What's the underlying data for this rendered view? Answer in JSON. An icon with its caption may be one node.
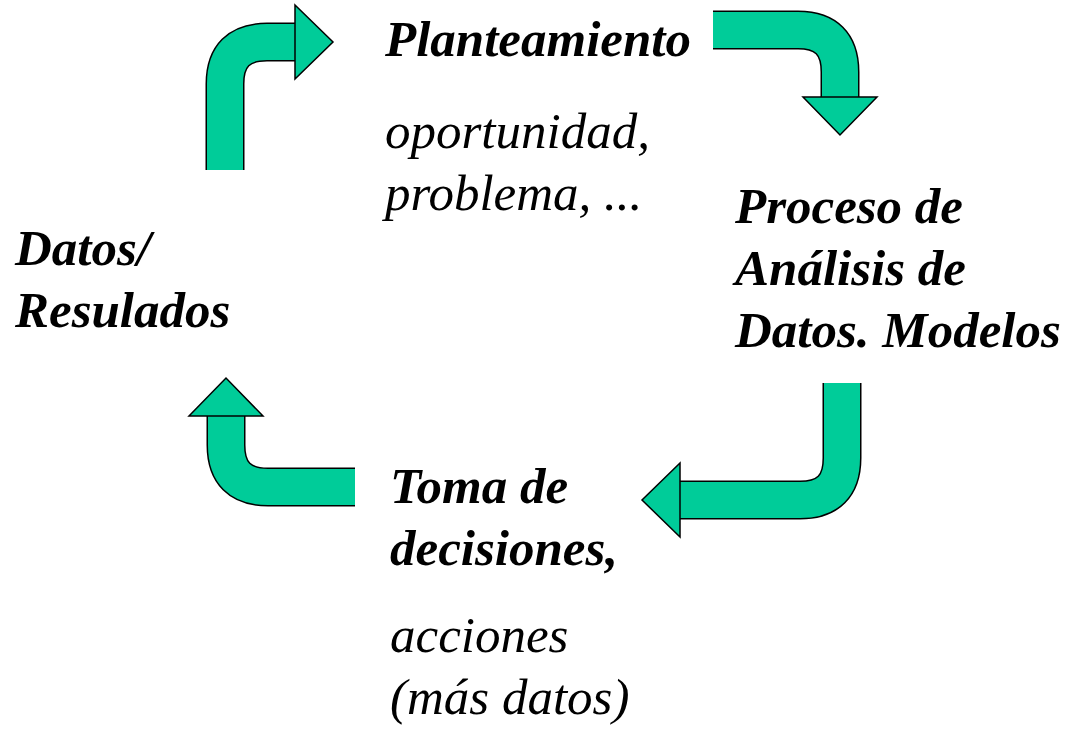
{
  "diagram": {
    "nodes": [
      {
        "text": [
          "Planteamiento",
          "oportunidad, problema, ..."
        ]
      },
      {
        "text": [
          "Proceso de Análisis de Datos. Modelos"
        ]
      },
      {
        "text": [
          "Toma de decisiones,",
          "acciones (más datos)"
        ]
      },
      {
        "text": [
          "Datos/ Resulados"
        ]
      }
    ],
    "edges": [
      {
        "from": 3,
        "to": 0,
        "arrow": "to"
      },
      {
        "from": 0,
        "to": 1,
        "arrow": "to"
      },
      {
        "from": 1,
        "to": 2,
        "arrow": "to"
      },
      {
        "from": 2,
        "to": 3,
        "arrow": "to"
      }
    ]
  }
}
